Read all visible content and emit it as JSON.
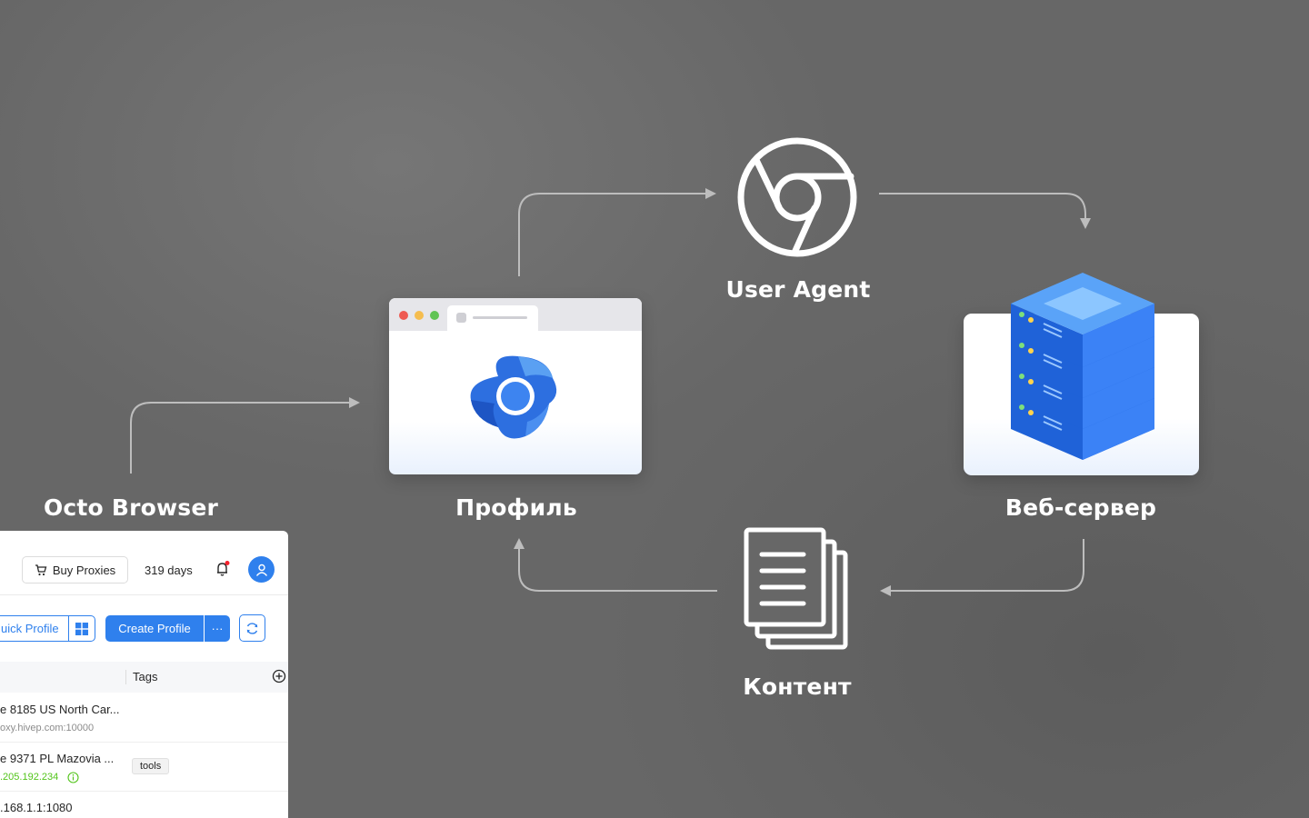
{
  "nodes": {
    "octo_browser": "Octo Browser",
    "profile": "Профиль",
    "user_agent": "User Agent",
    "web_server": "Веб-сервер",
    "content": "Контент"
  },
  "app": {
    "buy_proxies": "Buy Proxies",
    "days": "319 days",
    "quick_profile": "uick Profile",
    "create_profile": "Create Profile",
    "more": "···",
    "column_tags": "Tags",
    "rows": [
      {
        "name": "e 8185 US North Car...",
        "address": "oxy.hivep.com:10000",
        "tag": ""
      },
      {
        "name": "e 9371 PL Mazovia ...",
        "address": ".205.192.234",
        "tag": "tools"
      },
      {
        "name": ".168.1.1:1080",
        "address": "",
        "tag": ""
      }
    ]
  },
  "colors": {
    "background": "#676767",
    "arrow": "#bdbdbd",
    "accent_blue": "#2f80ed",
    "ip_green": "#52c41a"
  },
  "icons": [
    "chrome-icon",
    "octo-logo-icon",
    "server-stack-icon",
    "documents-icon",
    "cart-icon",
    "bell-icon",
    "user-icon",
    "windows-icon",
    "refresh-icon",
    "add-circle-icon",
    "info-icon"
  ]
}
